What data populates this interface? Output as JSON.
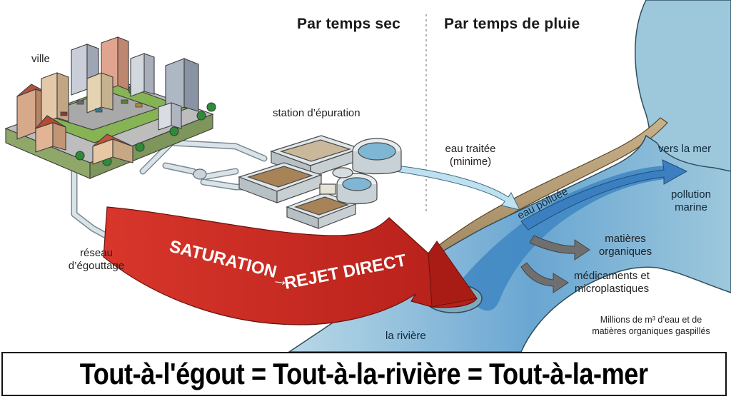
{
  "headers": {
    "dry": "Par temps sec",
    "rain": "Par temps de pluie"
  },
  "labels": {
    "city": "ville",
    "station": "station d’épuration",
    "treated_line1": "eau traitée",
    "treated_line2": "(minime)",
    "network_line1": "réseau",
    "network_line2": "d’égouttage",
    "polluted": "eau polluée",
    "organic_line1": "matières",
    "organic_line2": "organiques",
    "meds_line1": "médicaments et",
    "meds_line2": "microplastiques",
    "river": "la rivière",
    "sea": "vers la mer",
    "pollution_line1": "pollution",
    "pollution_line2": "marine"
  },
  "arrow": {
    "part1": "SATURATION",
    "connector": "→",
    "part2": "REJET DIRECT"
  },
  "note": {
    "line1": "Millions de m³ d’eau et de",
    "line2": "matières organiques gaspillés"
  },
  "footer": {
    "slogan": "Tout-à-l'égout = Tout-à-la-rivière = Tout-à-la-mer"
  },
  "colors": {
    "arrow_red": "#cc2a22",
    "river_light": "#a9cfe0",
    "river_dark": "#3e86c2",
    "sea": "#9dc8dc",
    "pipe": "#d5e0e6",
    "ground": "#86b454"
  }
}
